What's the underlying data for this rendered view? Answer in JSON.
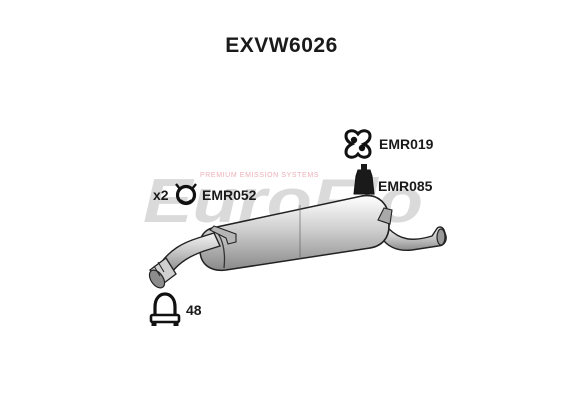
{
  "title": "EXVW6026",
  "watermark": {
    "brand": "EuroFlo",
    "tagline": "PREMIUM EMISSION SYSTEMS"
  },
  "parts": [
    {
      "code": "EMR019",
      "icon": "rubber-hanger-icon"
    },
    {
      "code": "EMR085",
      "icon": "rubber-mount-icon"
    },
    {
      "code": "EMR052",
      "qty": "x2",
      "icon": "gasket-ring-icon"
    },
    {
      "code": "48",
      "icon": "u-clamp-icon"
    }
  ],
  "colors": {
    "watermark_grey": "#d4d4d4",
    "watermark_red": "#f2c9cd",
    "outline": "#222222"
  }
}
